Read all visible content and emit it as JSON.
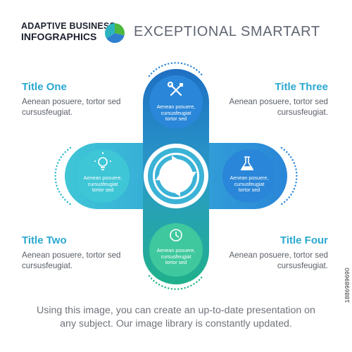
{
  "header": {
    "brand_line1": "ADAPTIVE BUSINESS",
    "brand_line2": "INFOGRAPHICS",
    "title": "EXCEPTIONAL SMARTART"
  },
  "colors": {
    "dark_blue": "#1f6fc4",
    "blue": "#2a86d8",
    "teal": "#34b6d2",
    "light_teal": "#3ec6d6",
    "green": "#1fae8c",
    "light_green": "#3fc89d",
    "dot_blue": "#2a86d8",
    "dot_teal": "#2eb8cf",
    "dot_green": "#22b58a",
    "title_text": "#2aa8cf",
    "logo_green": "#4fb83f",
    "logo_blue": "#2e7fcf",
    "logo_teal": "#2bb3c0"
  },
  "blocks": [
    {
      "id": "one",
      "title": "Title One",
      "text": "Aenean posuere, tortor sed cursusfeugiat."
    },
    {
      "id": "two",
      "title": "Title Two",
      "text": "Aenean posuere, tortor sed cursusfeugiat."
    },
    {
      "id": "three",
      "title": "Title Three",
      "text": "Aenean posuere, tortor sed cursusfeugiat."
    },
    {
      "id": "four",
      "title": "Title Four",
      "text": "Aenean posuere, tortor sed cursusfeugiat."
    }
  ],
  "circles": {
    "top": {
      "icon": "tools-icon",
      "line1": "Aenean posuere,",
      "line2": "cursusfeugiat",
      "line3": "tortor sed"
    },
    "left": {
      "icon": "lightbulb-icon",
      "line1": "Aenean posuere,",
      "line2": "cursusfeugiat",
      "line3": "tortor sed"
    },
    "right": {
      "icon": "flask-icon",
      "line1": "Aenean posuere,",
      "line2": "cursusfeugiat",
      "line3": "tortor sed"
    },
    "bottom": {
      "icon": "clock-icon",
      "line1": "Aenean posuere,",
      "line2": "cursusfeugiat",
      "line3": "tortor sed"
    }
  },
  "center": {
    "icon": "cycle-arrows-icon"
  },
  "footer": {
    "line1": "Using this image, you can create an up-to-date presentation on",
    "line2": "any subject. Our image library is constantly updated."
  },
  "watermark": "1886989690"
}
